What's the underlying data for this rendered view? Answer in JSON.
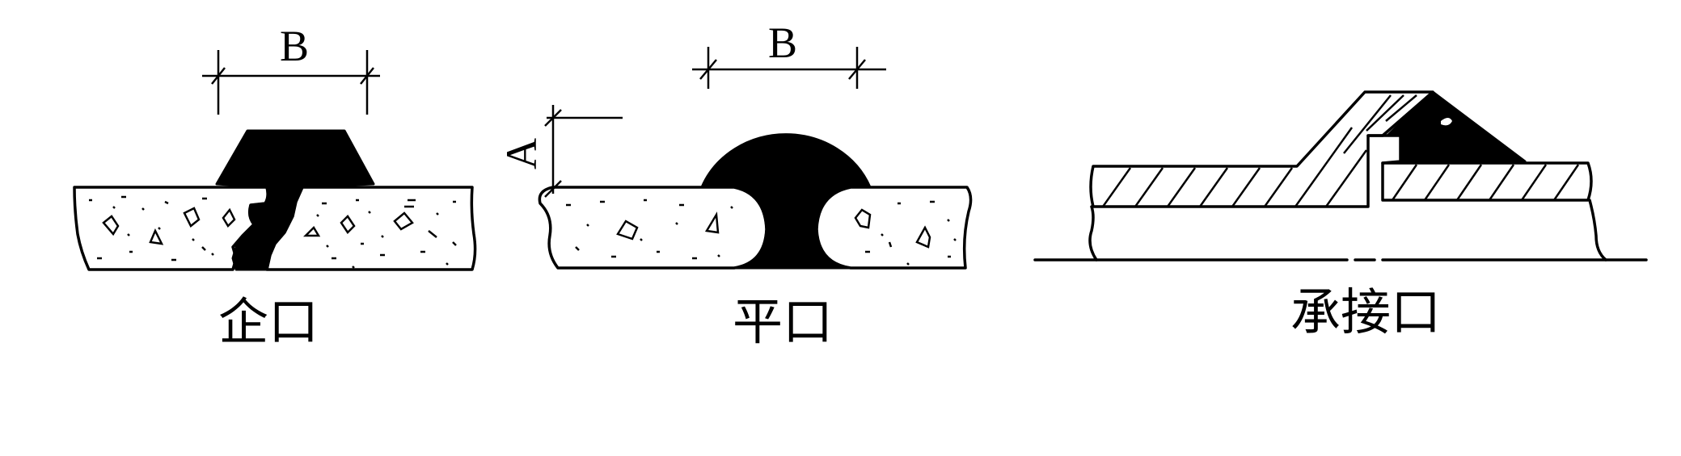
{
  "figure": {
    "labels": {
      "tongue_groove_caption": "企口",
      "flat_caption": "平口",
      "socket_caption": "承接口",
      "dim_b_left": "B",
      "dim_b_right": "B",
      "dim_a": "A"
    },
    "colors": {
      "ink": "#000000",
      "paper": "#ffffff"
    }
  }
}
